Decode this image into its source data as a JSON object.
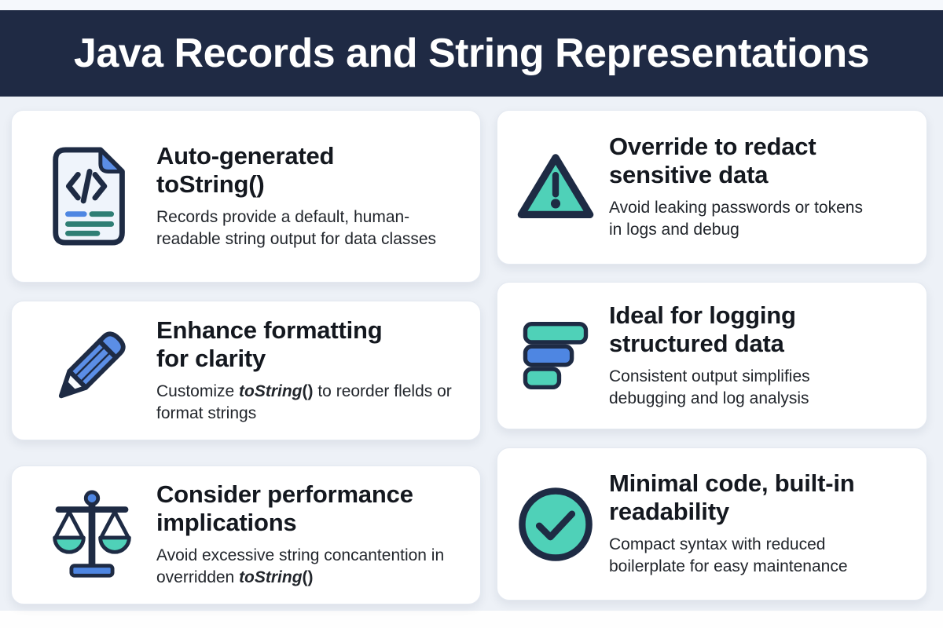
{
  "header": {
    "title": "Java Records and String Representations"
  },
  "colors": {
    "header_bg": "#1F2A44",
    "content_bg": "#EDF1F7",
    "top_strip": "#F5F8FC",
    "card_bg": "#FFFFFF",
    "navy_outline": "#1E2B44",
    "teal": "#4FD1B8",
    "dark_teal": "#2F7E74",
    "blue": "#4E86E2",
    "page_fill": "#EFF4FB",
    "title_text": "#14181F",
    "body_text": "#22262C"
  },
  "cards": [
    {
      "icon": "code-document-icon",
      "title": "Auto-generated toString()",
      "title_lines": [
        "Auto-generated",
        "toString()"
      ],
      "body_segments": {
        "pre": "Records provide a default, human-readable string output for data classes"
      }
    },
    {
      "icon": "warning-triangle-icon",
      "title": "Override to redact sensitive data",
      "title_lines": [
        "Override to redact",
        "sensitive data"
      ],
      "body_segments": {
        "pre": "Avoid leaking passwords  or tokens in logs and debug"
      }
    },
    {
      "icon": "pencil-icon",
      "title": "Enhance formatting for clarity",
      "title_lines": [
        "Enhance formatting",
        "for clarity"
      ],
      "body_segments": {
        "pre": "Customize ",
        "em": "toString",
        "paren": "()",
        "post": " to reorder flelds or format strings"
      }
    },
    {
      "icon": "stacked-bars-icon",
      "title": "Ideal for logging structured data",
      "title_lines": [
        "Ideal for logging",
        "structured data"
      ],
      "body_segments": {
        "pre": "Consistent output simplifies debugging and log analysis"
      }
    },
    {
      "icon": "scales-icon",
      "title": "Consider performance implications",
      "title_lines": [
        "Consider performance",
        "implications"
      ],
      "body_segments": {
        "pre": "Avoid excessive string concantention in overridden ",
        "em": "toString",
        "paren": "()"
      }
    },
    {
      "icon": "check-circle-icon",
      "title": "Minimal code, built-in readability",
      "title_lines": [
        "Minimal code, built-in",
        "readability"
      ],
      "body_segments": {
        "pre": "Compact syntax with reduced boilerplate for easy maintenance"
      }
    }
  ]
}
